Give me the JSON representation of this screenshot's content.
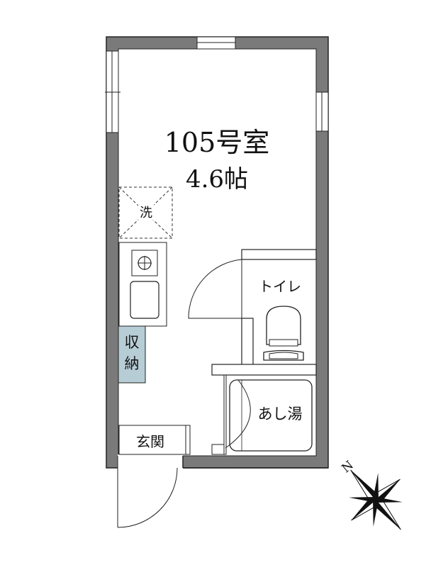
{
  "floor_plan": {
    "room_name": "105号室",
    "room_size": "4.6帖",
    "washer_label": "洗",
    "storage_label_line1": "収",
    "storage_label_line2": "納",
    "toilet_label": "トイレ",
    "bath_label": "あし湯",
    "entrance_label": "玄関",
    "compass_label": "N"
  },
  "colors": {
    "wall": "#7a7a7a",
    "wall_outline": "#222222",
    "storage": "#b7cdd6",
    "line": "#222222"
  }
}
